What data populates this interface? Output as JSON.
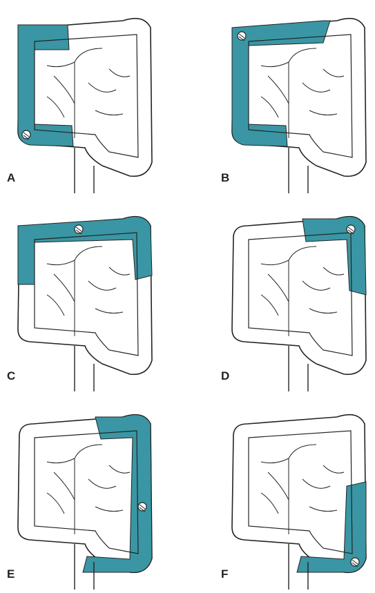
{
  "figure": {
    "highlight_color": "#3a96a4",
    "outline_color": "#222222",
    "panels": [
      {
        "label": "A",
        "segment": "right-colon"
      },
      {
        "label": "B",
        "segment": "extended-right-colon"
      },
      {
        "label": "C",
        "segment": "transverse-colon"
      },
      {
        "label": "D",
        "segment": "splenic-flexure"
      },
      {
        "label": "E",
        "segment": "left-colon"
      },
      {
        "label": "F",
        "segment": "sigmoid-colon"
      }
    ]
  }
}
